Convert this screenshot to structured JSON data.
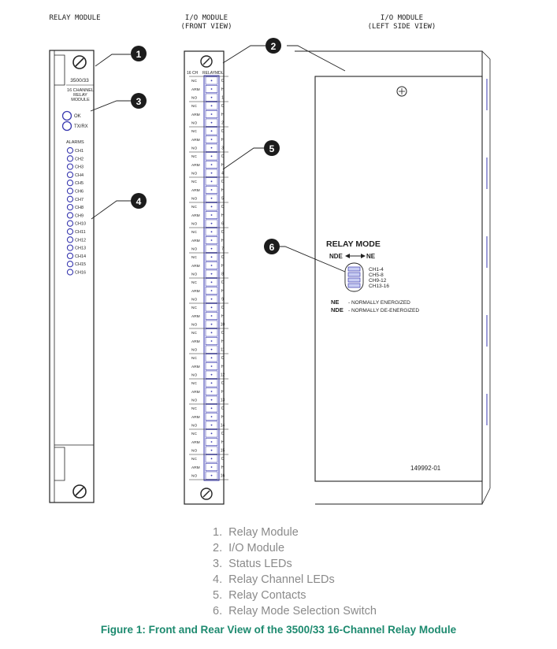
{
  "titles": {
    "relay_module": "RELAY MODULE",
    "io_front": [
      "I/O MODULE",
      "(FRONT VIEW)"
    ],
    "io_side": [
      "I/O MODULE",
      "(LEFT SIDE VIEW)"
    ]
  },
  "relay_module": {
    "model": "3500/33",
    "desc": [
      "16 CHANNEL",
      "RELAY",
      "MODULE"
    ],
    "status_leds": [
      "OK",
      "TX/RX"
    ],
    "alarms_heading": "ALARMS",
    "channels": [
      "CH1",
      "CH2",
      "CH3",
      "CH4",
      "CH5",
      "CH6",
      "CH7",
      "CH8",
      "CH9",
      "CH10",
      "CH11",
      "CH12",
      "CH13",
      "CH14",
      "CH15",
      "CH16"
    ]
  },
  "io_module": {
    "header": [
      "16 CH",
      "RELAY",
      "MDL"
    ],
    "contacts": [
      "NC",
      "ARM",
      "NO"
    ],
    "ch_letters": [
      "C",
      "H"
    ],
    "groups": [
      "1",
      "2",
      "3",
      "4",
      "5",
      "6",
      "7",
      "8",
      "9",
      "10",
      "11",
      "12",
      "13",
      "14",
      "15",
      "16"
    ]
  },
  "side_view": {
    "relay_mode_title": "RELAY MODE",
    "nde_label": "NDE",
    "ne_label": "NE",
    "switch_channels": [
      "CH1-4",
      "CH5-8",
      "CH9-12",
      "CH13-16"
    ],
    "defs": [
      {
        "abbr": "NE",
        "text": "- NORMALLY ENERGIZED"
      },
      {
        "abbr": "NDE",
        "text": "- NORMALLY DE-ENERGIZED"
      }
    ],
    "part_number": "149992-01"
  },
  "callouts": [
    "1",
    "2",
    "3",
    "4",
    "5",
    "6"
  ],
  "legend": [
    "Relay Module",
    "I/O Module",
    "Status LEDs",
    "Relay Channel LEDs",
    "Relay Contacts",
    "Relay Mode Selection Switch"
  ],
  "figure_caption": "Figure 1:  Front and Rear View of the 3500/33 16-Channel Relay Module"
}
